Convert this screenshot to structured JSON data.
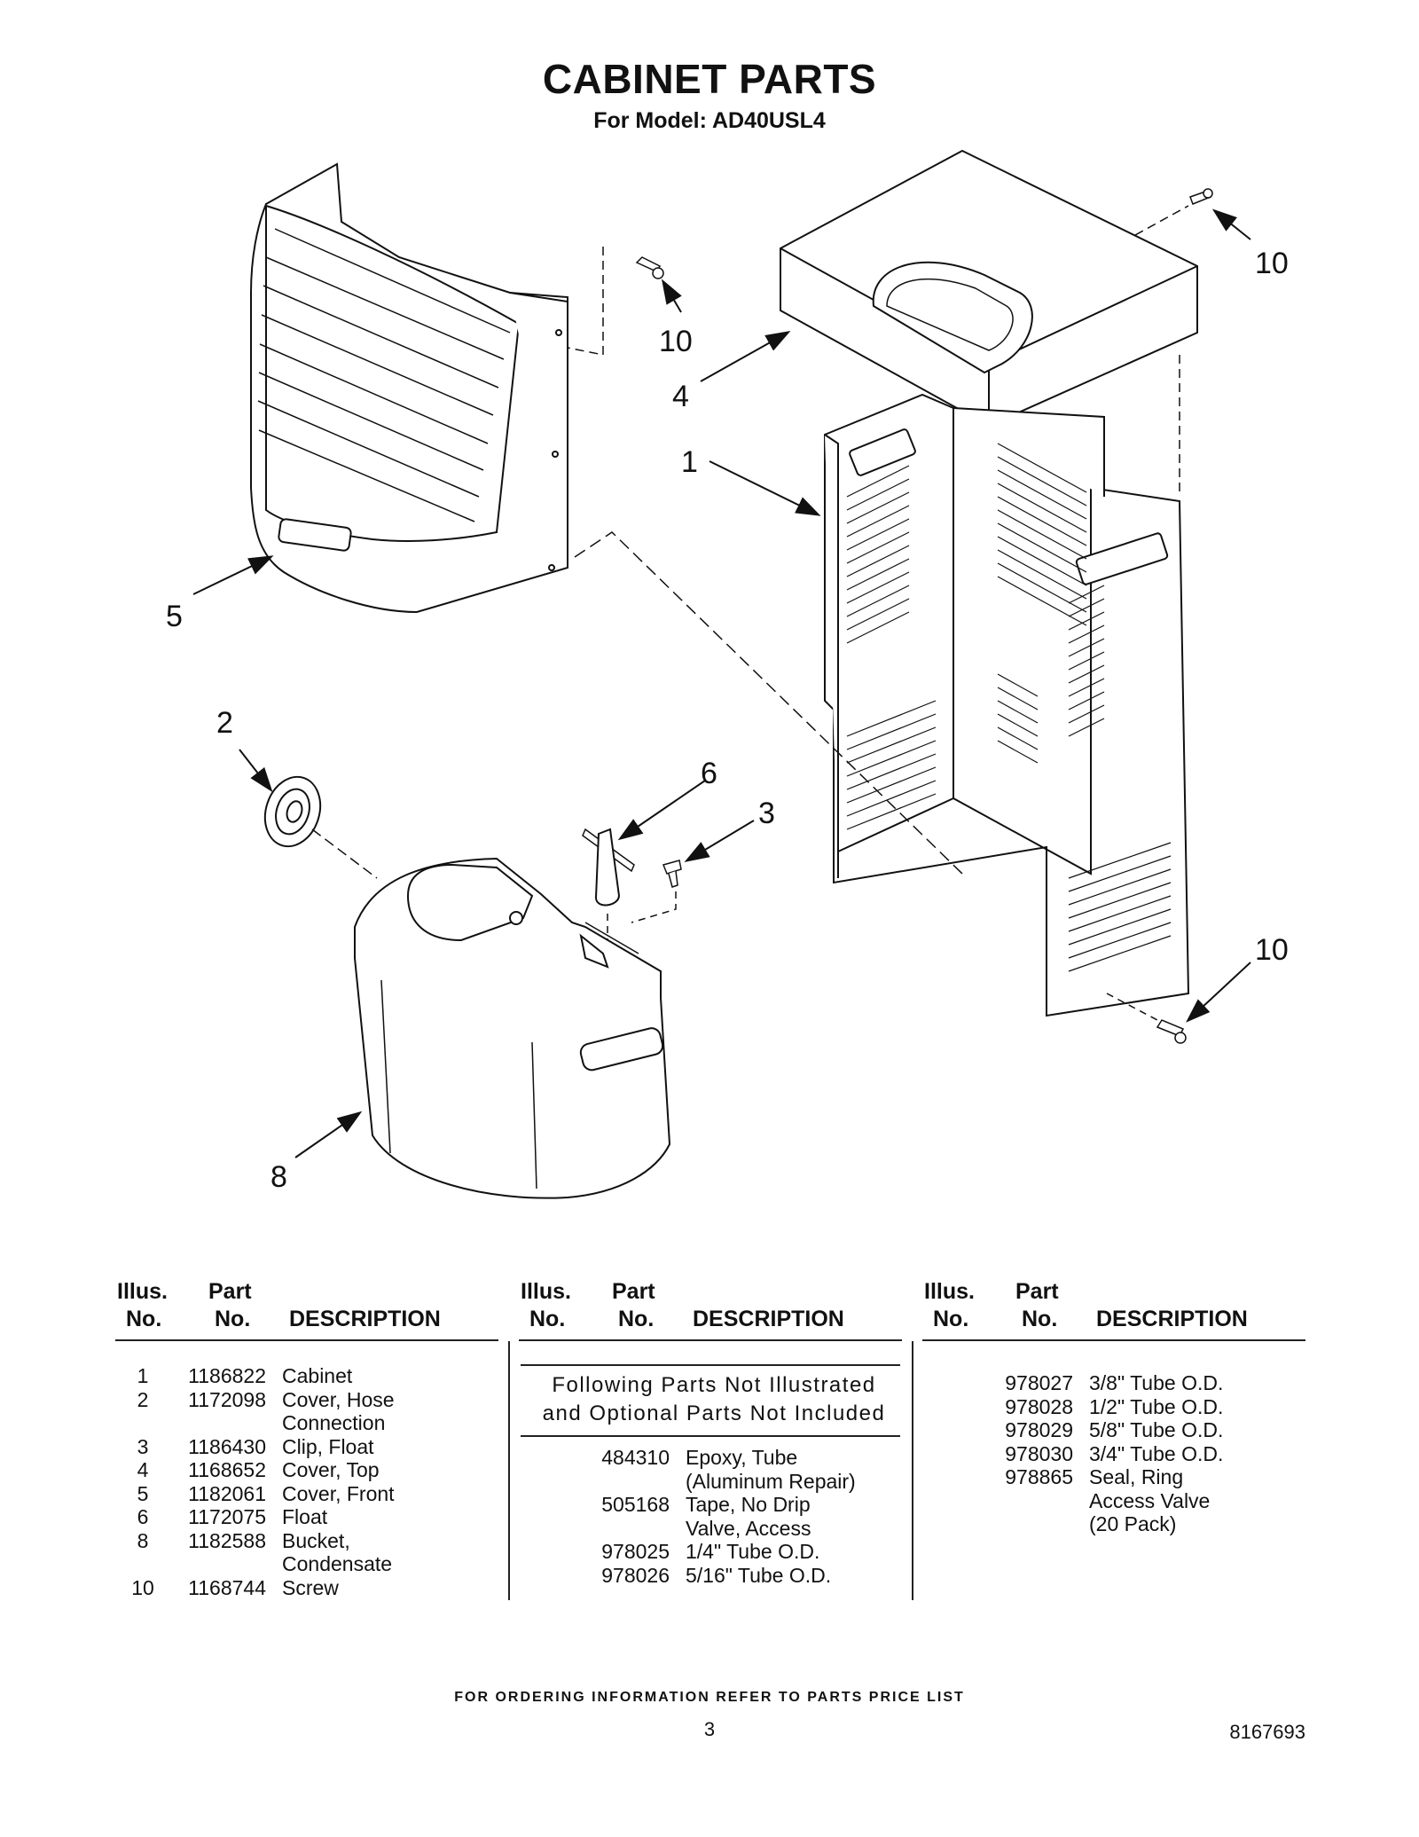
{
  "title": "CABINET PARTS",
  "subtitle": "For Model: AD40USL4",
  "callouts": {
    "c10a": "10",
    "c10b": "10",
    "c10c": "10",
    "c4": "4",
    "c1": "1",
    "c5": "5",
    "c2": "2",
    "c6": "6",
    "c3": "3",
    "c8": "8"
  },
  "table_headers": {
    "illus": "Illus.",
    "no": "No.",
    "part": "Part",
    "description": "DESCRIPTION"
  },
  "parts_col1": [
    {
      "illus": "1",
      "part": "1186822",
      "desc": "Cabinet"
    },
    {
      "illus": "2",
      "part": "1172098",
      "desc": "Cover, Hose",
      "desc2": "Connection"
    },
    {
      "illus": "3",
      "part": "1186430",
      "desc": "Clip, Float"
    },
    {
      "illus": "4",
      "part": "1168652",
      "desc": "Cover, Top"
    },
    {
      "illus": "5",
      "part": "1182061",
      "desc": "Cover, Front"
    },
    {
      "illus": "6",
      "part": "1172075",
      "desc": "Float"
    },
    {
      "illus": "8",
      "part": "1182588",
      "desc": "Bucket,",
      "desc2": "Condensate"
    },
    {
      "illus": "10",
      "part": "1168744",
      "desc": "Screw"
    }
  ],
  "not_illustrated": {
    "line1": "Following Parts Not Illustrated",
    "line2": "and Optional Parts Not Included"
  },
  "parts_col2": [
    {
      "part": "484310",
      "desc": "Epoxy, Tube",
      "desc2": "(Aluminum Repair)"
    },
    {
      "part": "505168",
      "desc": "Tape, No Drip",
      "desc2": "Valve, Access"
    },
    {
      "part": "978025",
      "desc": "1/4\" Tube O.D."
    },
    {
      "part": "978026",
      "desc": "5/16\" Tube O.D."
    }
  ],
  "parts_col3": [
    {
      "part": "978027",
      "desc": "3/8\" Tube O.D."
    },
    {
      "part": "978028",
      "desc": "1/2\" Tube O.D."
    },
    {
      "part": "978029",
      "desc": "5/8\" Tube O.D."
    },
    {
      "part": "978030",
      "desc": "3/4\" Tube O.D."
    },
    {
      "part": "978865",
      "desc": "Seal, Ring",
      "desc2": "Access Valve",
      "desc3": "(20 Pack)"
    }
  ],
  "footer": {
    "ordering_note": "FOR ORDERING INFORMATION REFER TO PARTS PRICE LIST",
    "page_number": "3",
    "doc_number": "8167693"
  }
}
